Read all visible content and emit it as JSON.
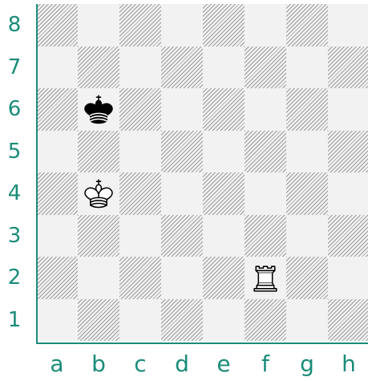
{
  "ranks": [
    "8",
    "7",
    "6",
    "5",
    "4",
    "3",
    "2",
    "1"
  ],
  "files": [
    "a",
    "b",
    "c",
    "d",
    "e",
    "f",
    "g",
    "h"
  ],
  "colors": {
    "label": "#1a8c7a",
    "light_square": "#f2f2f2",
    "dark_square_hatch": "#9a9a9a"
  },
  "pieces": [
    {
      "square": "b6",
      "color": "black",
      "type": "king",
      "icon": "black-king-icon"
    },
    {
      "square": "b4",
      "color": "white",
      "type": "king",
      "icon": "white-king-icon"
    },
    {
      "square": "f2",
      "color": "white",
      "type": "rook",
      "icon": "white-rook-icon"
    }
  ]
}
